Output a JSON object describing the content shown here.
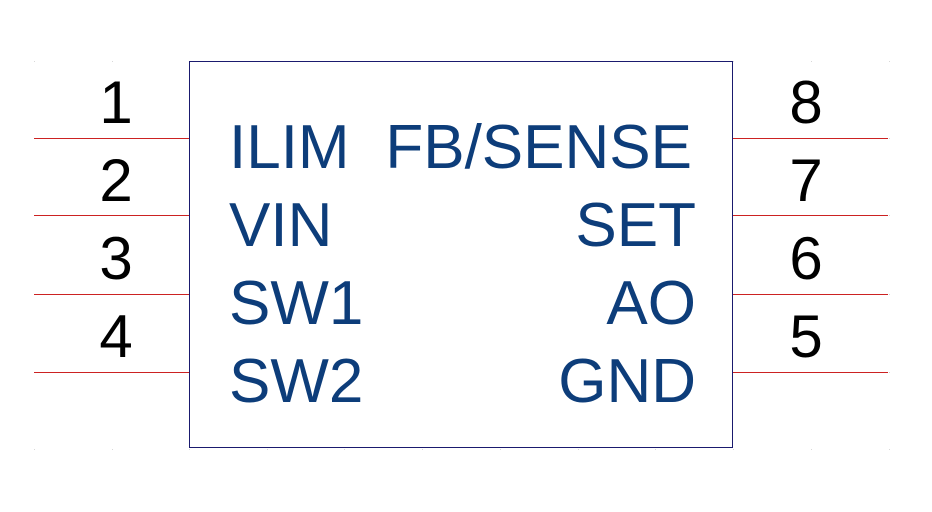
{
  "colors": {
    "body_border": "#1a1a6e",
    "pin_line": "#cc2222",
    "label_text": "#0d3d7a",
    "pin_number_text": "#000000"
  },
  "left_pins": [
    {
      "number": "1",
      "label": "ILIM"
    },
    {
      "number": "2",
      "label": "VIN"
    },
    {
      "number": "3",
      "label": "SW1"
    },
    {
      "number": "4",
      "label": "SW2"
    }
  ],
  "right_pins": [
    {
      "number": "8",
      "label": "FB/SENSE"
    },
    {
      "number": "7",
      "label": "SET"
    },
    {
      "number": "6",
      "label": "AO"
    },
    {
      "number": "5",
      "label": "GND"
    }
  ]
}
